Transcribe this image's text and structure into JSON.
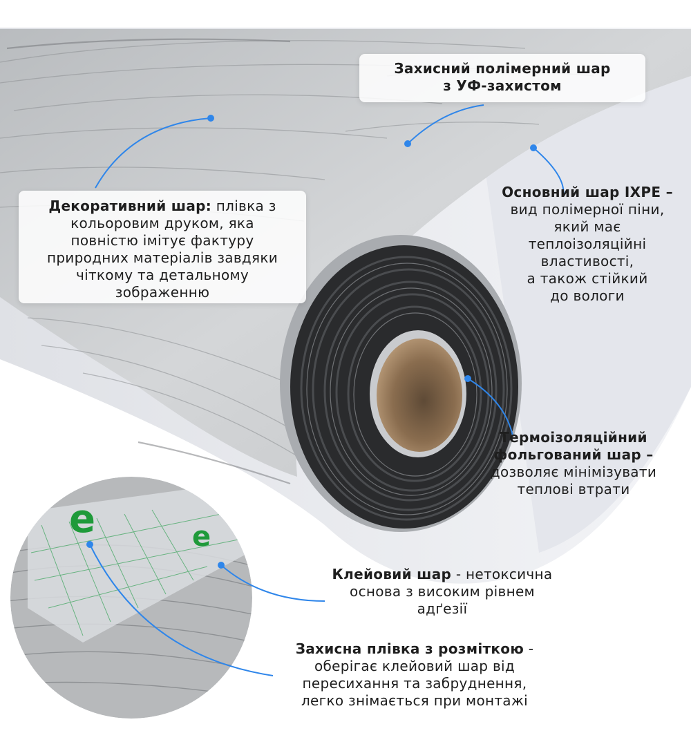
{
  "accent_color": "#2f86ea",
  "callouts": {
    "uv_layer": {
      "lines": [
        "Захисний полімерний шар",
        "з УФ-захистом"
      ]
    },
    "decorative_layer": {
      "title": "Декоративний шар:",
      "lines_first_rest": "плівка з",
      "lines": [
        "кольоровим друком, яка",
        "повністю імітує фактуру",
        "природних матеріалів завдяки",
        "чіткому та детальному",
        "зображенню"
      ]
    },
    "ixpe_layer": {
      "title": "Основний шар IXPE –",
      "lines": [
        "вид полімерної піни,",
        "який має",
        "теплоізоляційні",
        "властивості,",
        "а також стійкий",
        "до вологи"
      ]
    },
    "foil_layer": {
      "title_lines": [
        "Термоізоляційний",
        "фольгований шар –"
      ],
      "lines": [
        "дозволяє мінімізувати",
        "теплові втрати"
      ]
    },
    "adhesive_layer": {
      "title": "Клейовий шар",
      "title_rest": "- нетоксична",
      "lines": [
        "основа з високим рівнем",
        "адґезії"
      ]
    },
    "release_film": {
      "title": "Захисна плівка з розміткою",
      "title_rest": "-",
      "lines": [
        "оберігає клейовий шар від",
        "пересихання та забруднення,",
        "легко знімається при монтажі"
      ]
    }
  }
}
